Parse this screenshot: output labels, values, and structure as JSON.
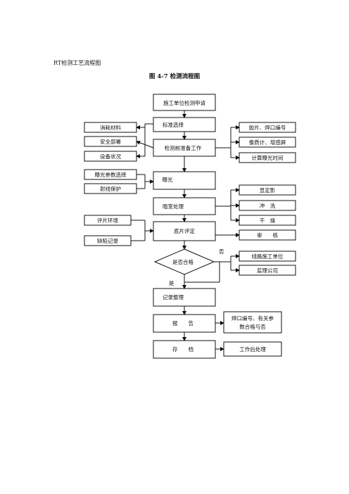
{
  "doc_title": "RT检测工艺流程图",
  "figure_title": "图 4-7 检测流程图",
  "main_steps": {
    "apply": "施工单位检测申请",
    "standard": "标准选择",
    "prep": "检测前准备工作",
    "exposure": "曝光",
    "darkroom": "暗室处理",
    "evaluate": "底片评定",
    "decision": "是否合格",
    "record": "记录整理",
    "report": "报　　告",
    "archive": "存　　档"
  },
  "left_items": {
    "consumables": "消耗材料",
    "safety": "安全部署",
    "equipment": "设备状况",
    "exposure_params": "曝光参数选择",
    "radiation": "射线保护",
    "film_env": "评片环境",
    "defect_record": "缺陷记录"
  },
  "right_items": {
    "film_no": "胶片、焊口编号",
    "iqi": "像质计、增感屏",
    "exposure_time": "计算曝光时间",
    "develop": "显定影",
    "rinse": "冲　洗",
    "dry": "干　燥",
    "review": "审　　核",
    "contractor": "线路施工单位",
    "supervisor": "监理公司",
    "report_content": [
      "焊口编号、有关参",
      "数合格与否"
    ],
    "post_work": "工作后处理"
  },
  "branch_labels": {
    "no": "否",
    "yes": "是"
  }
}
